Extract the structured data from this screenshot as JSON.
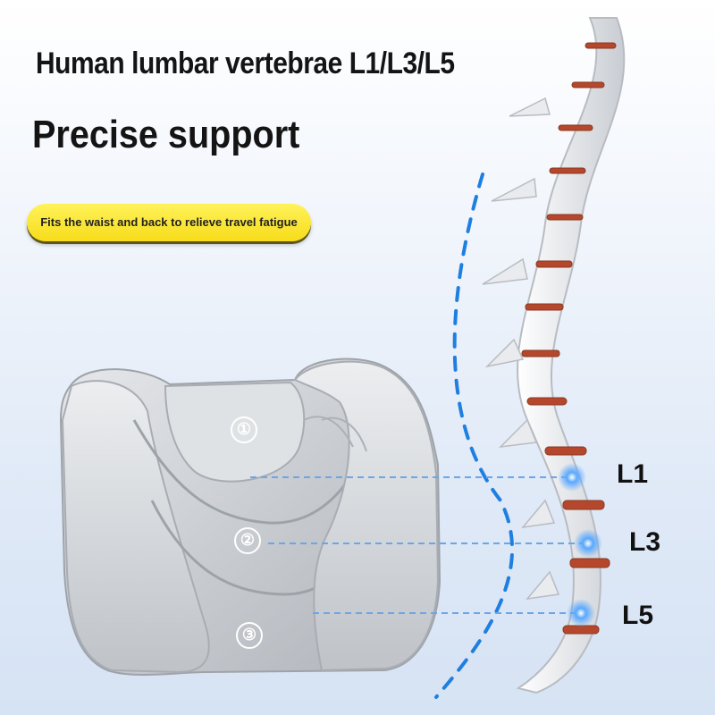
{
  "header": {
    "title": "Human lumbar vertebrae L1/L3/L5",
    "subtitle": "Precise support"
  },
  "badge": {
    "text": "Fits the waist and back to relieve travel fatigue"
  },
  "cushion": {
    "zones": [
      "①",
      "②",
      "③"
    ]
  },
  "spine": {
    "labels": [
      "L1",
      "L3",
      "L5"
    ]
  },
  "colors": {
    "badge_yellow": "#f7dc1a",
    "guide_blue": "#1f7fe0",
    "cushion_grey": "#c9ccd1",
    "disc_red": "#b5472c"
  }
}
